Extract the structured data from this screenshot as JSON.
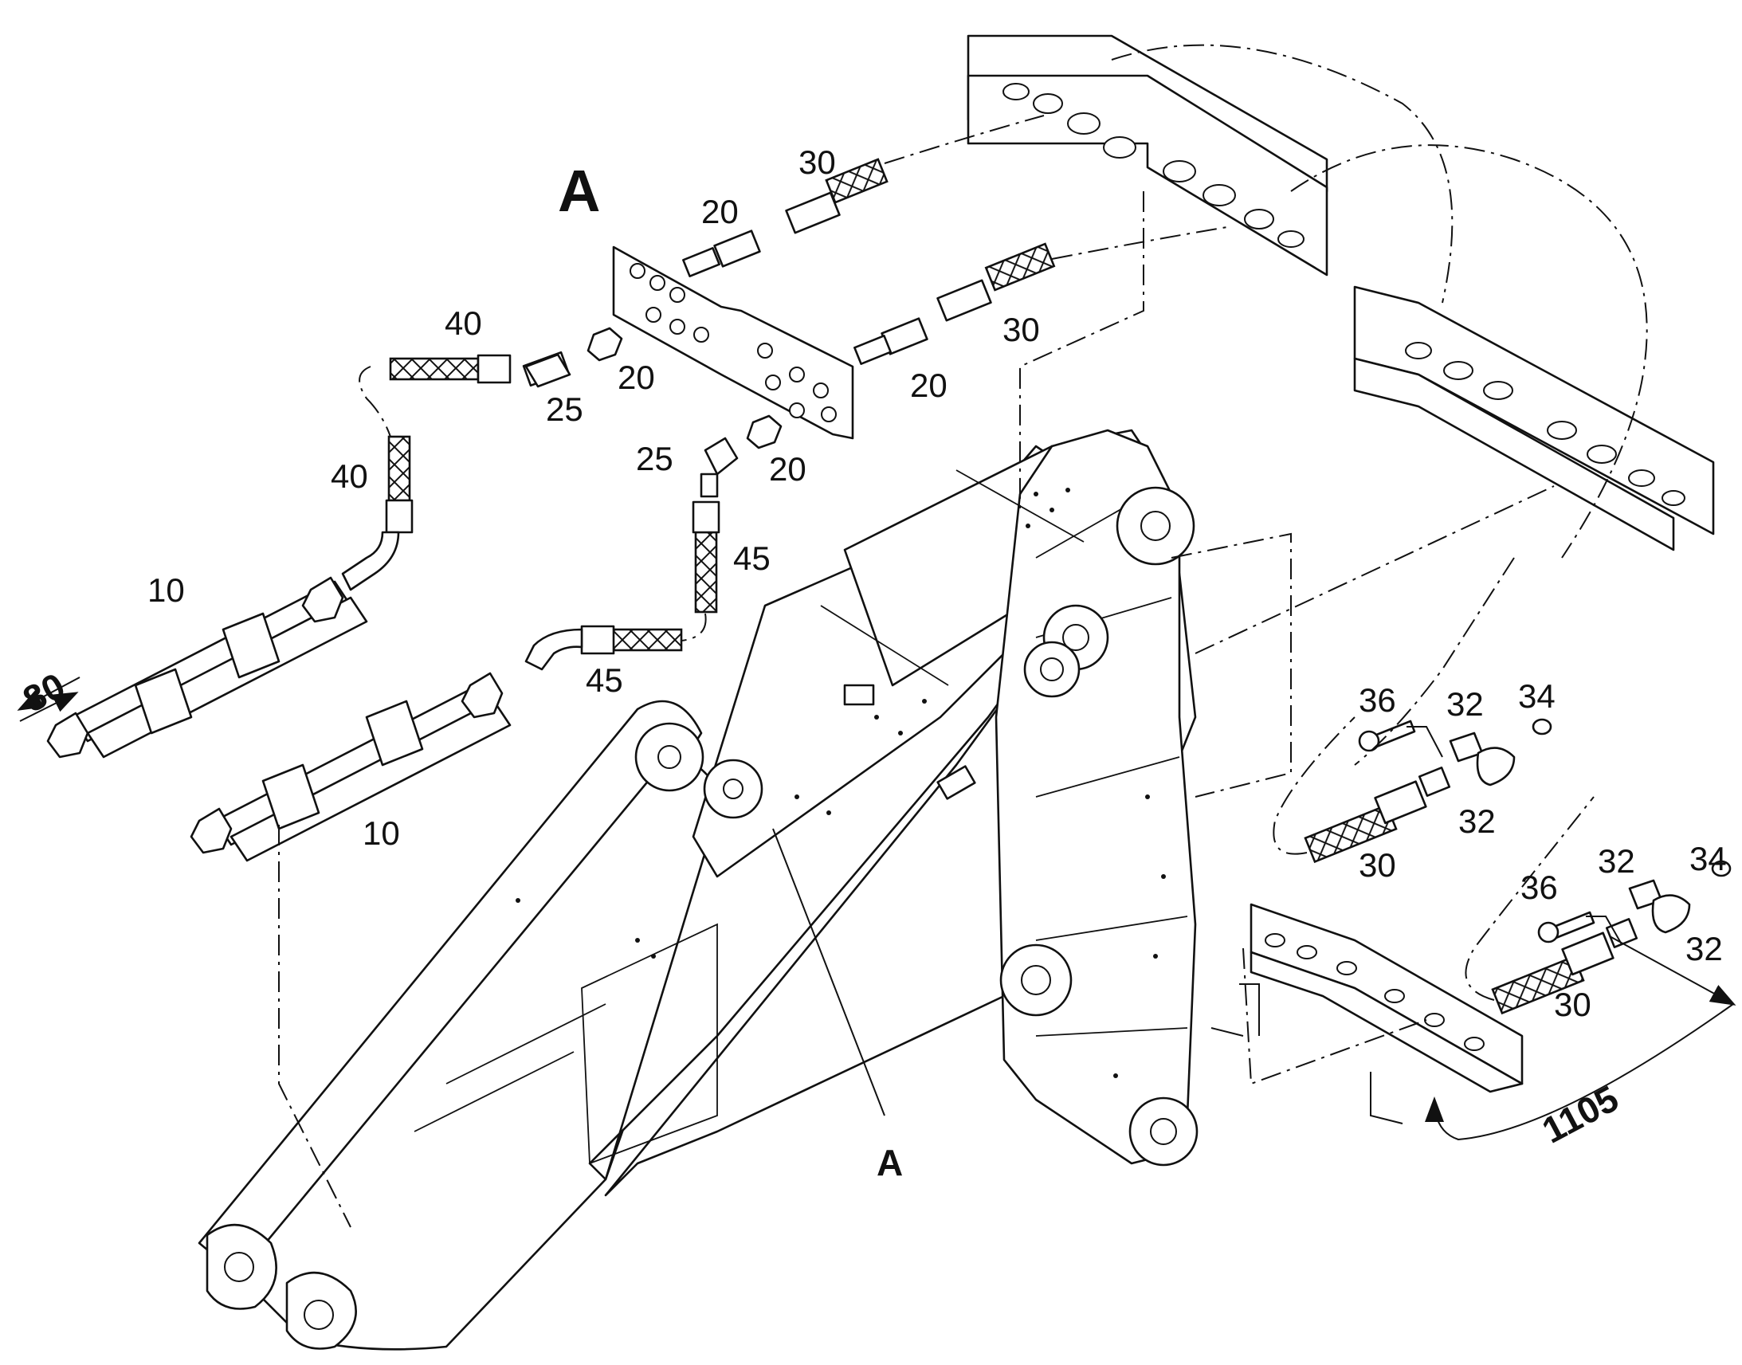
{
  "labels": {
    "detail_a_title": "A",
    "detail_a_ref": "A",
    "p30_top": "30",
    "p20_top": "20",
    "p30_mid": "30",
    "p40_upper": "40",
    "p40_lower": "40",
    "p20_nut_upper": "20",
    "p25_upper": "25",
    "p20_mid": "20",
    "p25_lower": "25",
    "p20_nut_lower": "20",
    "p45_upper": "45",
    "p45_lower": "45",
    "p10_upper": "10",
    "p10_lower": "10",
    "dim_80": "80",
    "p36_upper": "36",
    "p32_upper_a": "32",
    "p34_upper": "34",
    "p32_upper_b": "32",
    "p30_right_upper": "30",
    "p36_lower": "36",
    "p32_lower_a": "32",
    "p34_lower": "34",
    "p32_lower_b": "32",
    "p30_right_lower": "30",
    "dim_1105": "1105"
  },
  "colors": {
    "line": "#111111",
    "background": "#ffffff"
  }
}
